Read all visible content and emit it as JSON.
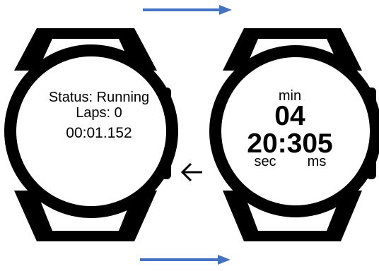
{
  "left_watch": {
    "status": "Status: Running",
    "laps": "Laps: 0",
    "elapsed": "00:01.152"
  },
  "right_watch": {
    "minutes_label": "min",
    "minutes": "04",
    "seconds_ms": "20:305",
    "seconds_label": "sec",
    "ms_label": "ms"
  },
  "colors": {
    "watch": "#000000",
    "face": "#ffffff",
    "arrow_accent": "#4472c4",
    "arrow_back": "#000000"
  },
  "icons": {
    "top_arrow": "arrow-right-icon",
    "bottom_arrow": "arrow-right-icon",
    "middle_arrow": "arrow-left-icon"
  }
}
